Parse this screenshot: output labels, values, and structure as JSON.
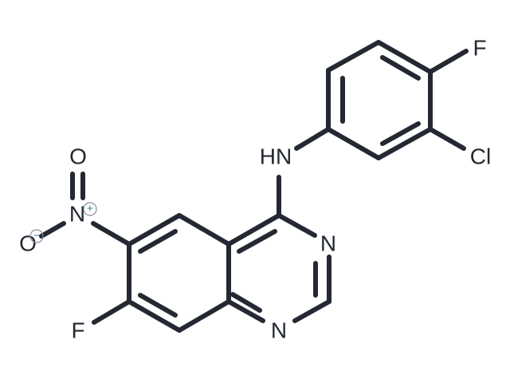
{
  "atoms": {
    "f_top": "F",
    "cl": "Cl",
    "hn": "HN",
    "o_top": "O",
    "n_nitro": "N",
    "o_left": "O",
    "n_ring_right": "N",
    "n_ring_bottom": "N",
    "f_bottom": "F"
  },
  "charges": {
    "n_nitro": "+",
    "o_left": "−"
  },
  "colors": {
    "bond": "#232832",
    "plus": "#2a8a8a",
    "minus": "#2a6fd0"
  }
}
